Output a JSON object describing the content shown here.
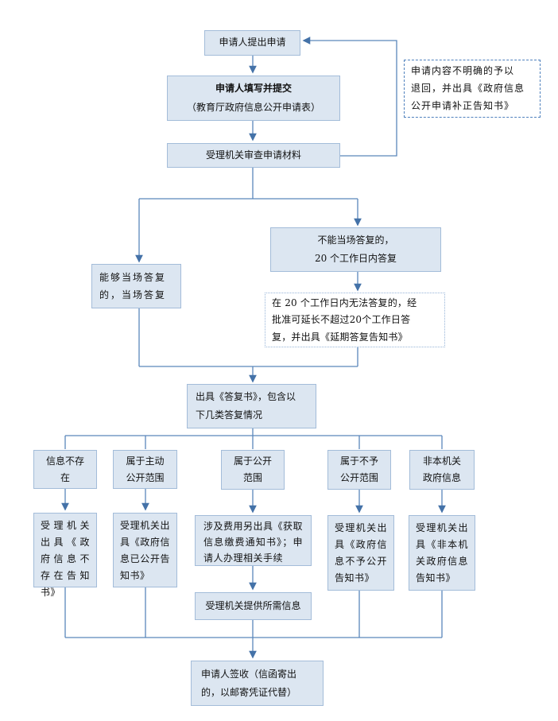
{
  "colors": {
    "box_fill": "#dce6f1",
    "box_border": "#a3bcd9",
    "connector": "#5b87bb",
    "arrowhead": "#4472a8",
    "note_border": "#4f81bd",
    "background": "#ffffff",
    "text": "#111111"
  },
  "nodes": {
    "start": "申请人提出申请",
    "fill_title": "申请人填写并提交",
    "fill_sub": "（教育厅政府信息公开申请表）",
    "review": "受理机关审查申请材料",
    "supplement_note": "申请内容不明确的予以\n退回，并出具《政府信息\n公开申请补正告知书》",
    "onspot": "能够当场答复\n的，当场答复",
    "not_onspot": "不能当场答复的，\n20 个工作日内答复",
    "extension_note": "在 20 个工作日内无法答复的，经\n批准可延长不超过20个工作日答\n复，并出具《延期答复告知书》",
    "reply": "出具《答复书》，包含以\n下几类答复情况",
    "provide_info": "受理机关提供所需信息",
    "final": "申请人签收（信函寄出\n的，以邮寄凭证代替）"
  },
  "branches": [
    {
      "case": "信息不存\n在",
      "result": "受理机关出具《政府信息不存在告知书》"
    },
    {
      "case": "属于主动\n公开范围",
      "result": "受理机关出具《政府信息已公开告知书》"
    },
    {
      "case": "属于公开\n范围",
      "result": "涉及费用另出具《获取信息缴费通知书》；申请人办理相关手续"
    },
    {
      "case": "属于不予\n公开范围",
      "result": "受理机关出具《政府信息不予公开告知书》"
    },
    {
      "case": "非本机关\n政府信息",
      "result": "受理机关出具《非本机关政府信息告知书》"
    }
  ]
}
